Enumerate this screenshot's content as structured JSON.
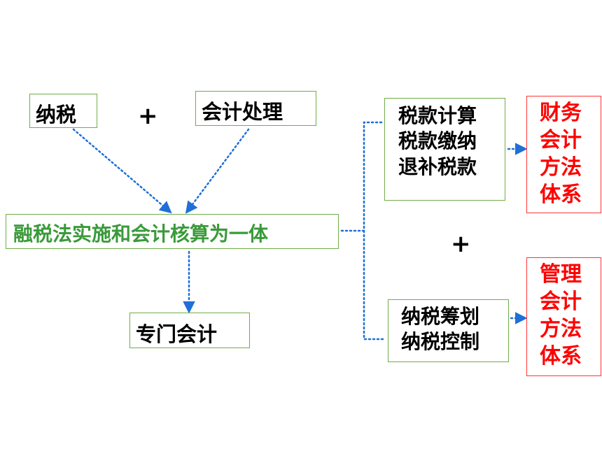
{
  "boxes": {
    "nashui": "纳税",
    "kuaiji_chuli": "会计处理",
    "ronghe": "融税法实施和会计核算为一体",
    "zhuanmen": "专门会计",
    "shuikuan": [
      "税款计算",
      "税款缴纳",
      "退补税款"
    ],
    "caiwu": [
      "财务",
      "会计",
      "方法",
      "体系"
    ],
    "nashui_chouhua": [
      "纳税筹划",
      "纳税控制"
    ],
    "guanli": [
      "管理",
      "会计",
      "方法",
      "体系"
    ]
  },
  "plus_signs": [
    "+",
    "+"
  ],
  "colors": {
    "green_text": "#3a9a3a",
    "box_border": "#70ad47",
    "red": "#ff0000",
    "arrow_blue": "#1f6fd6"
  }
}
